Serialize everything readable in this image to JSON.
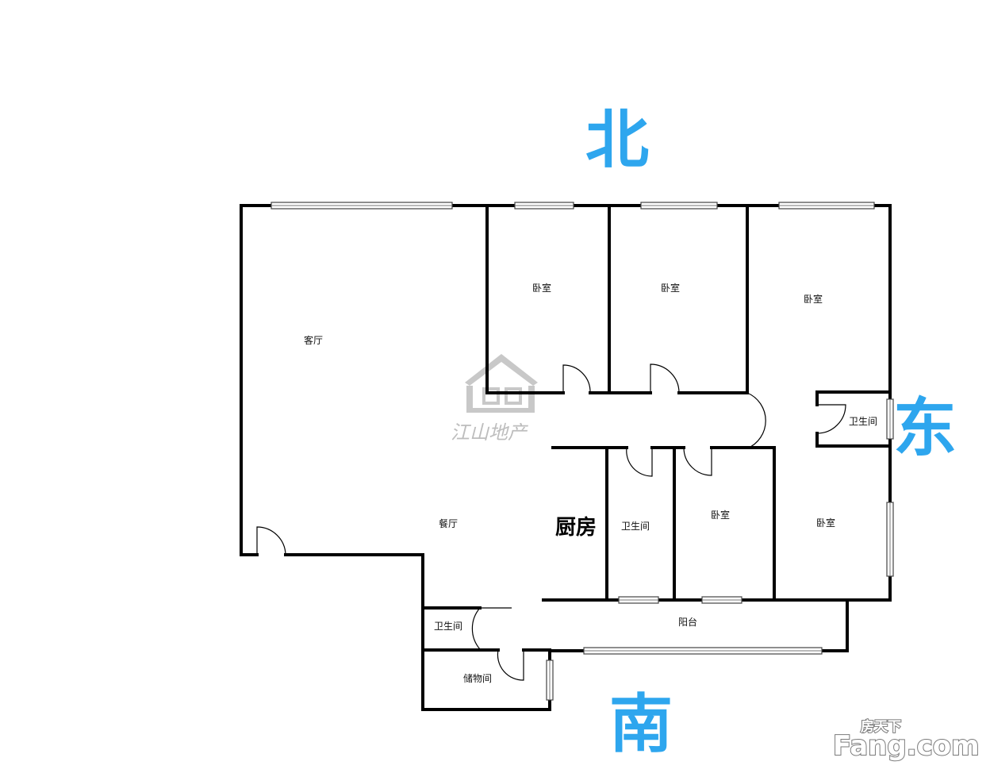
{
  "compass": {
    "north": "北",
    "east": "东",
    "south": "南"
  },
  "rooms": {
    "living_room": "客厅",
    "dining_room": "餐厅",
    "bedroom_1": "卧室",
    "bedroom_2": "卧室",
    "bedroom_3": "卧室",
    "bedroom_4": "卧室",
    "bedroom_5": "卧室",
    "kitchen": "厨房",
    "bathroom_east": "卫生间",
    "bathroom_middle": "卫生间",
    "bathroom_south": "卫生间",
    "balcony": "阳台",
    "storage": "储物间"
  },
  "watermark": {
    "company": "江山地产"
  },
  "brand": {
    "chinese": "房天下",
    "latin": "Fang.com"
  },
  "colors": {
    "compass": "#2ea6ee",
    "wall": "#000000",
    "watermark": "#bdbdbd"
  }
}
